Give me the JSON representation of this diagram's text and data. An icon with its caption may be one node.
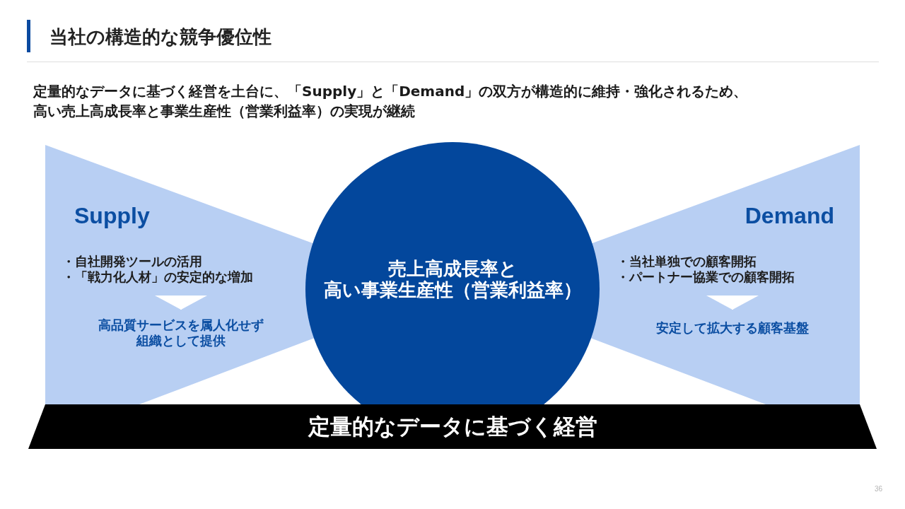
{
  "diagram": {
    "title": "当社の構造的な競争優位性",
    "nodes": [
      {
        "text": [
          "Supply"
        ]
      },
      {
        "text": [
          "・自社開発ツールの活用",
          "・「戦力化人材」の安定的な増加"
        ],
        "in": 0
      },
      {
        "text": [
          "高品質サービスを属人化せず組織として提供"
        ],
        "in": 0
      },
      {
        "text": [
          "Demand"
        ]
      },
      {
        "text": [
          "・当社単独での顧客開拓",
          "・パートナー協業での顧客開拓"
        ],
        "in": 3
      },
      {
        "text": [
          "安定して拡大する顧客基盤"
        ],
        "in": 3
      },
      {
        "text": [
          "売上高成長率と高い事業生産性（営業利益率）"
        ]
      },
      {
        "text": [
          "定量的なデータに基づく経営"
        ]
      }
    ],
    "edges": [
      {
        "from": 1,
        "to": 2,
        "arrow": "to"
      },
      {
        "from": 4,
        "to": 5,
        "arrow": "to"
      }
    ],
    "labels": [
      "定量的なデータに基づく経営を土台に、「Supply」と「Demand」の双方が構造的に維持・強化されるため、高い売上高成長率と事業生産性（営業利益率）の実現が継続",
      "36"
    ]
  }
}
